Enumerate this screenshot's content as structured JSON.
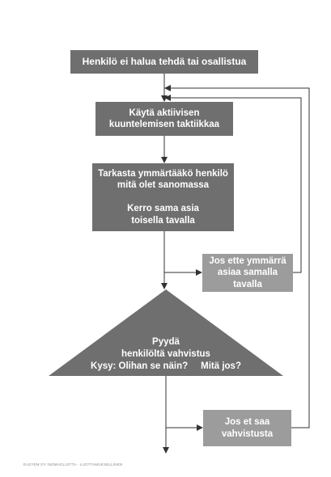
{
  "steps": {
    "start": "Henkilö ei halua tehdä tai osallistua",
    "active_listening": "Käytä aktiivisen\nkuuntelemisen taktiikkaa",
    "check_understanding": "Tarkasta ymmärtääkö henkilö\nmitä olet sanomassa\n\nKerro sama asia\ntoisella tavalla",
    "if_not_understood": "Jos ette ymmärrä\nasiaa samalla\ntavalla",
    "if_no_confirmation": "Jos et saa\nvahvistusta"
  },
  "confirm": {
    "line1": "Pyydä",
    "line2": "henkilöltä vahvistus",
    "line3": "Kysy: Olihan se näin?     Mitä jos?"
  },
  "footer": "EAZYEM OY INDMAGLIJITTA - LUOTTAMUKSELLINEN",
  "colors": {
    "dark_box": "#6f6f6f",
    "light_box": "#9c9c9c",
    "line": "#333333"
  }
}
